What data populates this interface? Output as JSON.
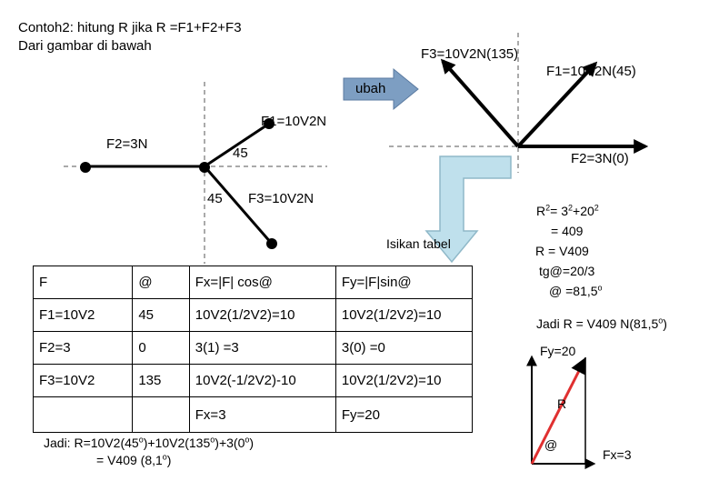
{
  "header": {
    "line1": "Contoh2: hitung R jika R =F1+F2+F3",
    "line2": "Dari gambar di bawah"
  },
  "left_diagram": {
    "f1_label": "F1=10V2N",
    "f2_label": "F2=3N",
    "angle_upper": "45",
    "angle_lower": "45",
    "f3_label": "F3=10V2N"
  },
  "arrow_ubah": {
    "label": "ubah",
    "color": "#7d9ec2"
  },
  "right_diagram": {
    "f3_label": "F3=10V2N(135)",
    "f1_label": "F1=10V2N(45)",
    "f2_label": "F2=3N(0)"
  },
  "isikan": {
    "label": "Isikan tabel",
    "color": "#bfe0ec"
  },
  "table": {
    "headers": [
      "F",
      "@",
      "Fx=|F| cos@",
      "Fy=|F|sin@"
    ],
    "rows": [
      [
        "F1=10V2",
        "45",
        "10V2(1/2V2)=10",
        "10V2(1/2V2)=10"
      ],
      [
        "F2=3",
        "0",
        "3(1) =3",
        "3(0) =0"
      ],
      [
        "F3=10V2",
        "135",
        "10V2(-1/2V2)-10",
        "10V2(1/2V2)=10"
      ]
    ],
    "totals": [
      "Fx=3",
      "Fy=20"
    ]
  },
  "conclusion": {
    "line1_a": "Jadi:  R=10V2(45",
    "line1_sup1": "o",
    "line1_b": ")+10V2(135",
    "line1_sup2": "o",
    "line1_c": ")+3(0",
    "line1_sup3": "o",
    "line1_d": ")",
    "line2_a": "= V409 (8,1",
    "line2_sup": "o",
    "line2_b": ")"
  },
  "calc": {
    "l1_a": "R",
    "l1_sup1": "2",
    "l1_b": "= 3",
    "l1_sup2": "2",
    "l1_c": "+20",
    "l1_sup3": "2",
    "l2": "= 409",
    "l3": "R = V409",
    "l4": "tg@=20/3",
    "l5_a": "@ =81,5",
    "l5_sup": "o"
  },
  "result": {
    "a": "Jadi R = V409 N(81,5",
    "sup": "o",
    "b": ")"
  },
  "triangle": {
    "fy": "Fy=20",
    "r": "R",
    "angle": "@",
    "fx": "Fx=3",
    "r_color": "#e03030"
  }
}
